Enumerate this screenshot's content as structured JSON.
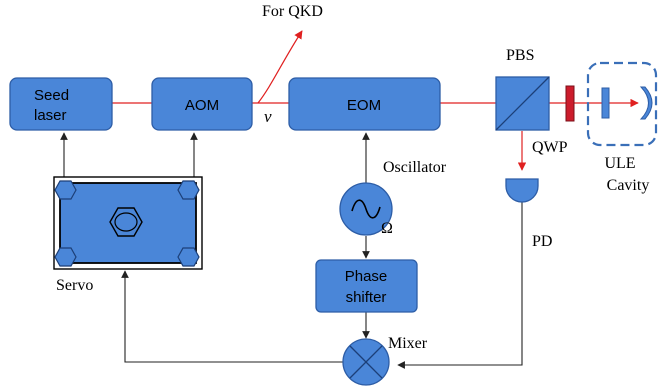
{
  "blocks": {
    "seed_line1": "Seed",
    "seed_line2": "laser",
    "aom": "AOM",
    "eom": "EOM",
    "phase_line1": "Phase",
    "phase_line2": "shifter"
  },
  "labels": {
    "for_qkd": "For QKD",
    "nu": "ν",
    "pbs": "PBS",
    "qwp": "QWP",
    "ule_line1": "ULE",
    "ule_line2": "Cavity",
    "oscillator": "Oscillator",
    "omega": "Ω",
    "pd": "PD",
    "servo": "Servo",
    "mixer": "Mixer"
  },
  "colors": {
    "block_fill": "#4a86d8",
    "block_stroke": "#2d5da6",
    "laser_beam": "#e02020",
    "mirror_red": "#cc1c2c",
    "cavity_dash": "#3a6fb8",
    "signal_line": "#222222"
  }
}
